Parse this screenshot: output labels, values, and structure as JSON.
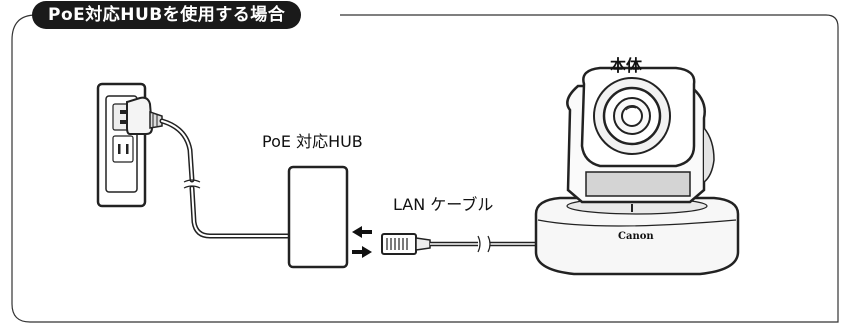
{
  "title": "PoE対応HUBを使用する場合",
  "labels": {
    "camera": "本体",
    "hub": "PoE 対応HUB",
    "lan_cable": "LAN ケーブル"
  },
  "camera": {
    "brand": "Canon"
  },
  "colors": {
    "title_bg": "#1a1a1a",
    "title_text": "#ffffff",
    "line": "#222222",
    "frame": "#333333"
  }
}
